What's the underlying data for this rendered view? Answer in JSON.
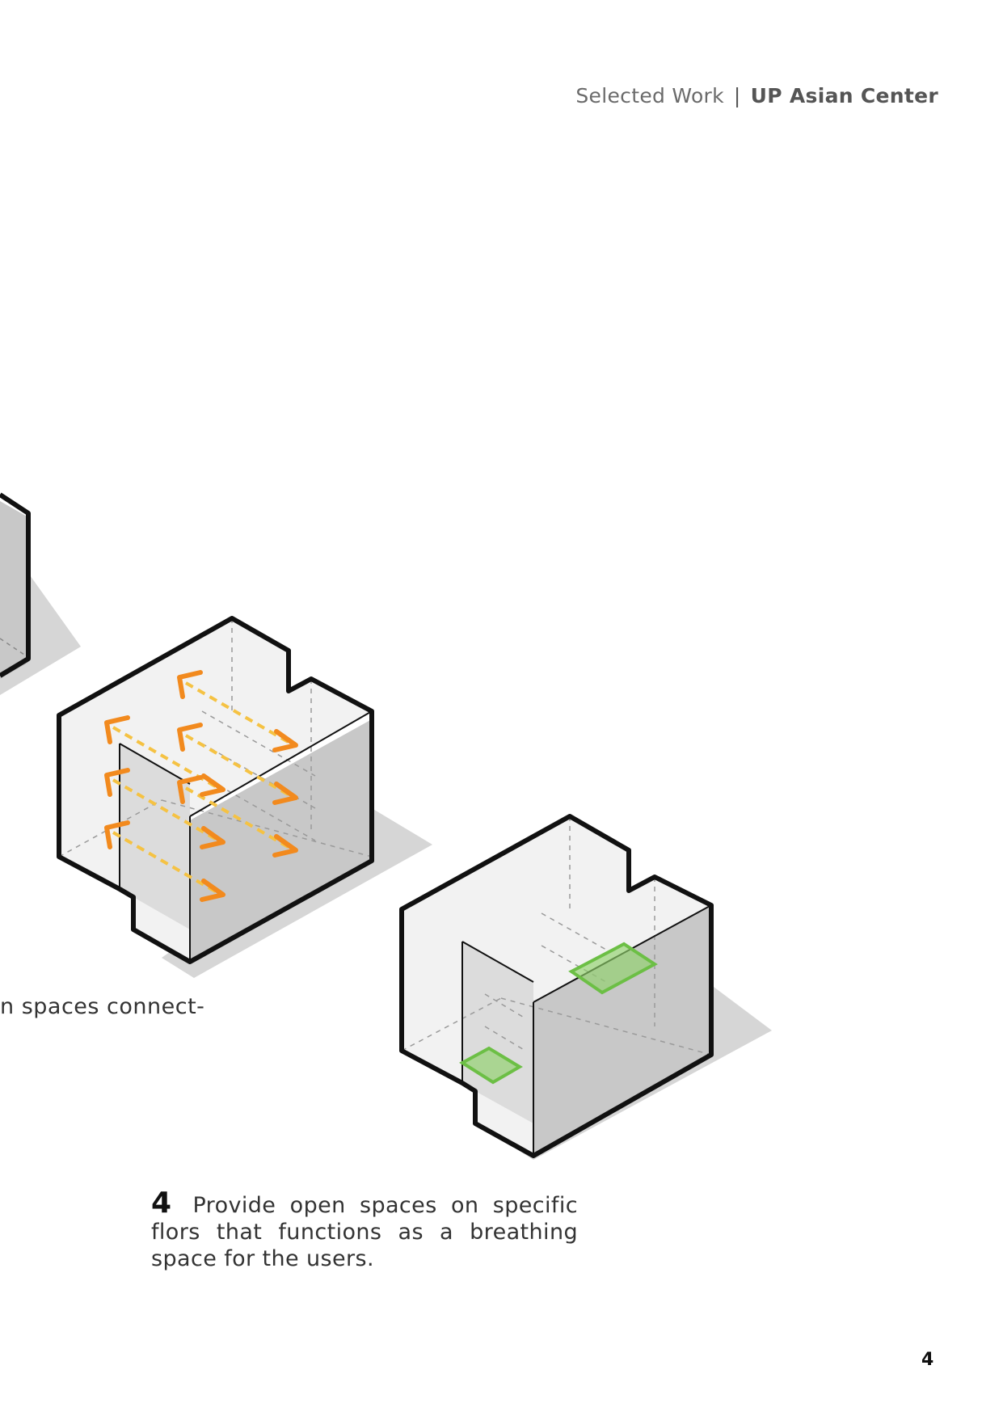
{
  "header": {
    "section": "Selected Work",
    "separator": "|",
    "project": "UP Asian Center"
  },
  "captions": {
    "step3_fragment": "n spaces connect-",
    "step4_number": "4",
    "step4_text": "Provide open spaces on specific flors that functions as a breathing space for the users."
  },
  "page_number": "4",
  "colors": {
    "outline": "#111111",
    "shade": "#c8c8c8",
    "shadow": "#d6d6d6",
    "arrow_orange": "#f28a1e",
    "arrow_yellow": "#f5c243",
    "open_space_green": "#8fd16a"
  }
}
